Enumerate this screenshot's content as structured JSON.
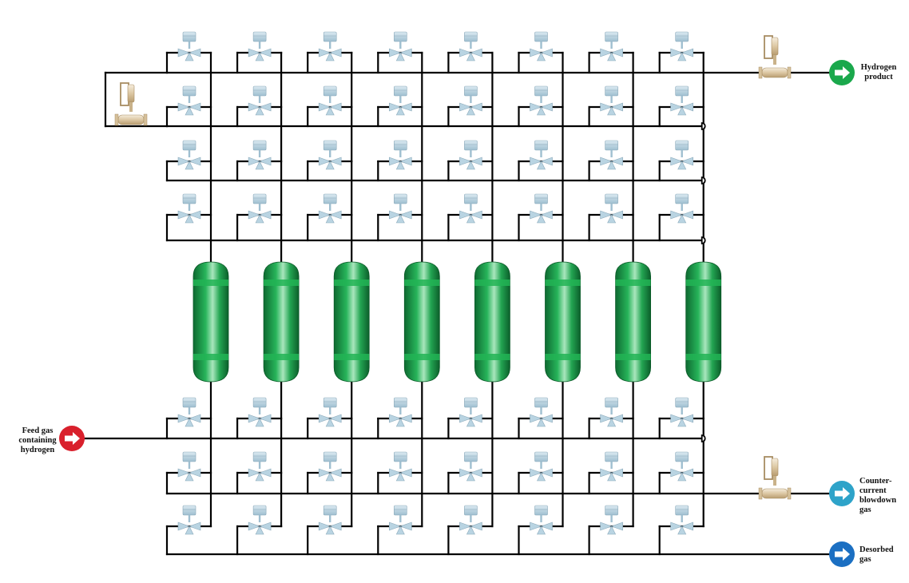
{
  "diagram": {
    "adsorber_count": 8,
    "colors": {
      "pipe": "#000000",
      "adsorber": "#1f9a4c",
      "adsorber_band": "#22b455",
      "valve_body": "#b9d4e2",
      "valve_actuator": "#c9dde8",
      "control_valve": "#e8d8bd",
      "hydrogen_product_marker": "#1aa84c",
      "feed_gas_marker": "#d9202c",
      "countercurrent_blowdown_marker": "#2ea3c9",
      "desorbed_gas_marker": "#1b6fc2"
    }
  },
  "streams": {
    "hydrogen_product": {
      "lines": [
        "Hydrogen",
        "product"
      ],
      "icon": "arrow-right-circle"
    },
    "feed_gas": {
      "lines": [
        "Feed gas",
        "containing",
        "hydrogen"
      ],
      "icon": "arrow-right-circle"
    },
    "countercurrent_blowdown": {
      "lines": [
        "Counter-",
        "current",
        "blowdown",
        "gas"
      ],
      "icon": "arrow-right-circle"
    },
    "desorbed_gas": {
      "lines": [
        "Desorbed",
        "gas"
      ],
      "icon": "arrow-right-circle"
    }
  }
}
